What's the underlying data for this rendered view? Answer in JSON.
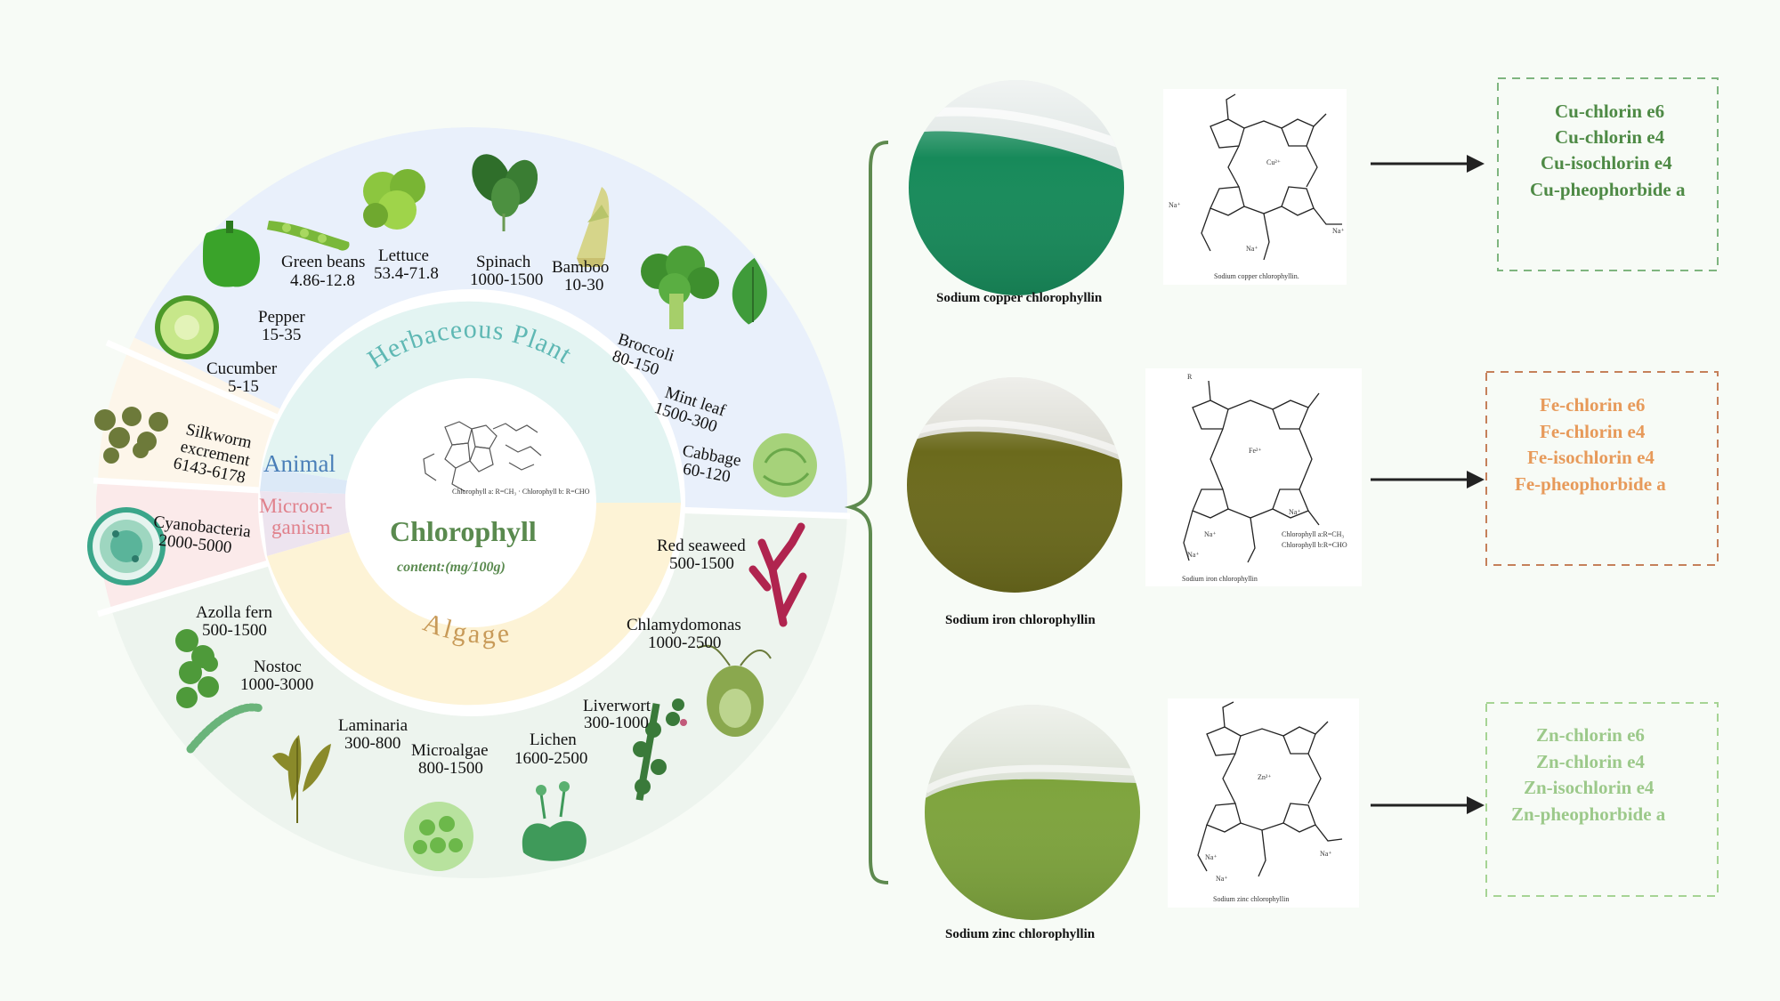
{
  "center": {
    "title": "Chlorophyll",
    "subtitle": "content:(mg/100g)",
    "structure_note_a": "Chlorophyll a: R=CH₃",
    "structure_note_b": "Chlorophyll b: R=CHO"
  },
  "categories": {
    "herbaceous": "Herbaceous Plant",
    "animal": "Animal",
    "microorganism_line1": "Microor-",
    "microorganism_line2": "ganism",
    "algae": "Algage"
  },
  "items": [
    {
      "name": "Green beans",
      "value": "4.86-12.8"
    },
    {
      "name": "Lettuce",
      "value": "53.4-71.8"
    },
    {
      "name": "Spinach",
      "value": "1000-1500"
    },
    {
      "name": "Bamboo",
      "value": "10-30"
    },
    {
      "name": "Pepper",
      "value": "15-35"
    },
    {
      "name": "Cucumber",
      "value": "5-15"
    },
    {
      "name": "Broccoli",
      "value": "80-150"
    },
    {
      "name": "Mint leaf",
      "value": "1500-300"
    },
    {
      "name": "Cabbage",
      "value": "60-120"
    },
    {
      "name": "Silkworm excrement",
      "name_line1": "Silkworm",
      "name_line2": "excrement",
      "value": "6143-6178"
    },
    {
      "name": "Cyanobacteria",
      "value": "2000-5000"
    },
    {
      "name": "Red seaweed",
      "value": "500-1500"
    },
    {
      "name": "Chlamydomonas",
      "value": "1000-2500"
    },
    {
      "name": "Azolla fern",
      "value": "500-1500"
    },
    {
      "name": "Nostoc",
      "value": "1000-3000"
    },
    {
      "name": "Laminaria",
      "value": "300-800"
    },
    {
      "name": "Microalgae",
      "value": "800-1500"
    },
    {
      "name": "Lichen",
      "value": "1600-2500"
    },
    {
      "name": "Liverwort",
      "value": "300-1000"
    }
  ],
  "compounds": [
    {
      "caption": "Sodium copper chlorophyllin",
      "structure_caption": "Sodium copper chlorophyllin.",
      "metal": "Cu²⁺",
      "liquid_color": "#178a5a",
      "box_color": "#7fb57f",
      "text_color": "#4e8a45",
      "derivatives": [
        "Cu-chlorin e6",
        "Cu-chlorin e4",
        "Cu-isochlorin e4",
        "Cu-pheophorbide a"
      ]
    },
    {
      "caption": "Sodium iron chlorophyllin",
      "structure_caption": "Sodium iron chlorophyllin",
      "metal": "Fe²⁺",
      "liquid_color": "#6b6a1c",
      "box_color": "#c5805a",
      "text_color": "#e79a5a",
      "derivatives": [
        "Fe-chlorin e6",
        "Fe-chlorin e4",
        "Fe-isochlorin e4",
        "Fe-pheophorbide a"
      ],
      "note_a": "Chlorophyll a:R=CH₃",
      "note_b": "Chlorophyll b:R=CHO"
    },
    {
      "caption": "Sodium zinc chlorophyllin",
      "structure_caption": "Sodium zinc chlorophyllin",
      "metal": "Zn²⁺",
      "liquid_color": "#7ea43d",
      "box_color": "#a6d494",
      "text_color": "#9cc98a",
      "derivatives": [
        "Zn-chlorin e6",
        "Zn-chlorin e4",
        "Zn-isochlorin e4",
        "Zn-pheophorbide a"
      ]
    }
  ],
  "colors": {
    "herbaceous_bg": "#e9f0fb",
    "animal_bg": "#fdf6ea",
    "micro_bg": "#fbeaea",
    "algae_bg": "#edf4ee",
    "ring_herb": "#e3f4f2",
    "ring_algae": "#fdf3d6",
    "brace": "#5e8a4f"
  }
}
